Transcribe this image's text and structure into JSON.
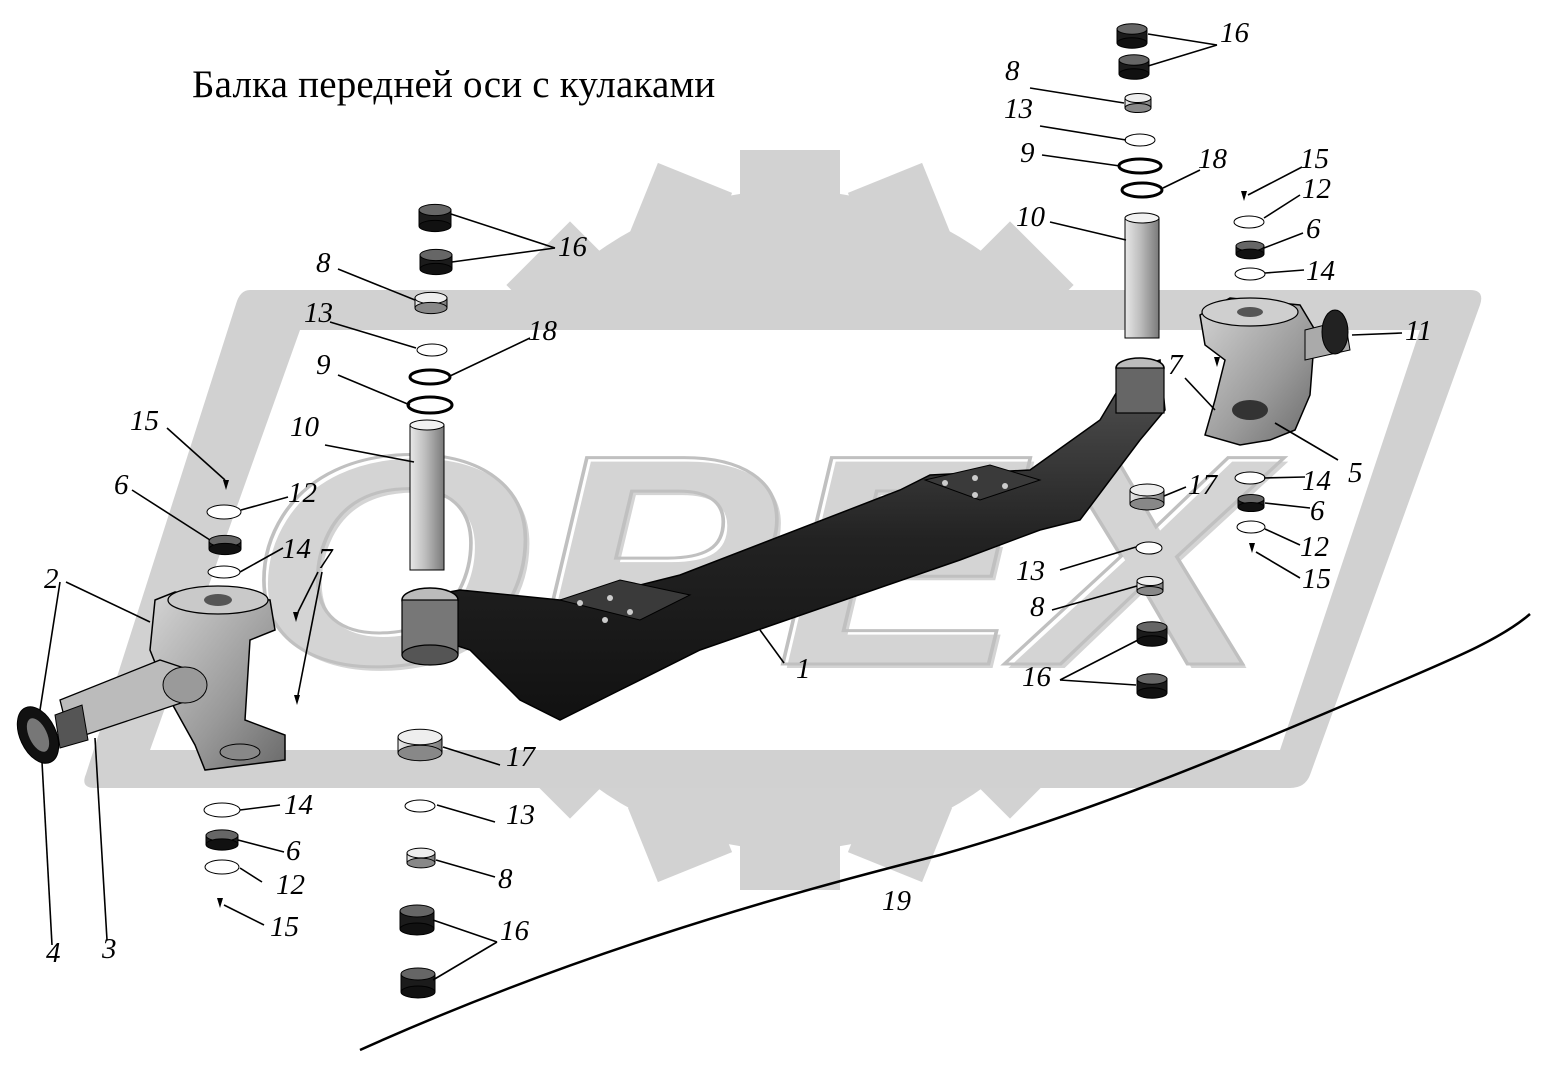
{
  "title": "Балка передней оси с кулаками",
  "watermark_text": "OPEX",
  "colors": {
    "watermark": "#d0d0d0",
    "watermark_dark": "#bdbdbd",
    "part_dark": "#2a2a2a",
    "part_mid": "#8a8a8a",
    "part_light": "#c8c8c8",
    "line": "#000000"
  },
  "labels": [
    {
      "id": "l16a",
      "text": "16"
    },
    {
      "id": "l8a",
      "text": "8"
    },
    {
      "id": "l13a",
      "text": "13"
    },
    {
      "id": "l9a",
      "text": "9"
    },
    {
      "id": "l18a",
      "text": "18"
    },
    {
      "id": "l10a",
      "text": "10"
    },
    {
      "id": "l15a",
      "text": "15"
    },
    {
      "id": "l12a",
      "text": "12"
    },
    {
      "id": "l6a",
      "text": "6"
    },
    {
      "id": "l14a",
      "text": "14"
    },
    {
      "id": "l11",
      "text": "11"
    },
    {
      "id": "l7a",
      "text": "7"
    },
    {
      "id": "l14b",
      "text": "14"
    },
    {
      "id": "l5",
      "text": "5"
    },
    {
      "id": "l17a",
      "text": "17"
    },
    {
      "id": "l6b",
      "text": "6"
    },
    {
      "id": "l12b",
      "text": "12"
    },
    {
      "id": "l15b",
      "text": "15"
    },
    {
      "id": "l13b",
      "text": "13"
    },
    {
      "id": "l8b",
      "text": "8"
    },
    {
      "id": "l16b",
      "text": "16"
    },
    {
      "id": "l1",
      "text": "1"
    },
    {
      "id": "l16c",
      "text": "16"
    },
    {
      "id": "l8c",
      "text": "8"
    },
    {
      "id": "l13c",
      "text": "13"
    },
    {
      "id": "l18b",
      "text": "18"
    },
    {
      "id": "l9b",
      "text": "9"
    },
    {
      "id": "l10b",
      "text": "10"
    },
    {
      "id": "l15c",
      "text": "15"
    },
    {
      "id": "l6c",
      "text": "6"
    },
    {
      "id": "l12c",
      "text": "12"
    },
    {
      "id": "l14c",
      "text": "14"
    },
    {
      "id": "l7b",
      "text": "7"
    },
    {
      "id": "l2",
      "text": "2"
    },
    {
      "id": "l17b",
      "text": "17"
    },
    {
      "id": "l14d",
      "text": "14"
    },
    {
      "id": "l13d",
      "text": "13"
    },
    {
      "id": "l6d",
      "text": "6"
    },
    {
      "id": "l8d",
      "text": "8"
    },
    {
      "id": "l12d",
      "text": "12"
    },
    {
      "id": "l16d",
      "text": "16"
    },
    {
      "id": "l15d",
      "text": "15"
    },
    {
      "id": "l19",
      "text": "19"
    },
    {
      "id": "l4",
      "text": "4"
    },
    {
      "id": "l3",
      "text": "3"
    }
  ]
}
